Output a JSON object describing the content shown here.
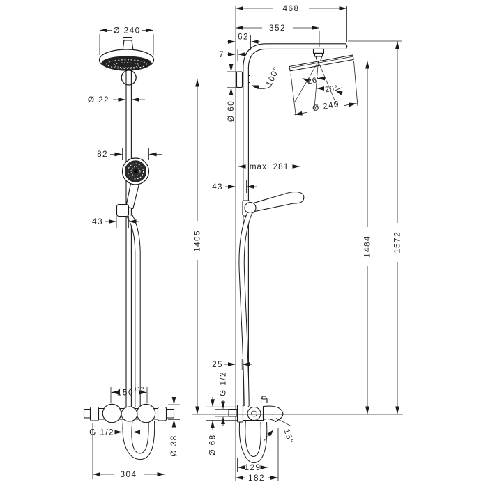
{
  "front_view": {
    "head_diameter": "Ø 240",
    "pipe_diameter": "Ø 22",
    "hand_shower_diameter": "82",
    "holder_width": "43",
    "hot_cold_distance": "150",
    "hot_cold_tolerance": "±12",
    "hose_thread": "G 1/2",
    "valve_body_diameter": "Ø 38",
    "valve_width": "304"
  },
  "side_view": {
    "total_depth": "468",
    "head_projection": "352",
    "wall_to_pipe": "62",
    "wall_gap": "7",
    "head_angle": "100°",
    "spray_angle_left": "26°",
    "spray_angle_right": "26°",
    "head_diameter": "Ø 240",
    "bracket_diameter": "Ø 60",
    "hand_shower_reach": "max. 281",
    "wall_to_slider": "43",
    "bracket_height": "1405",
    "head_height": "1484",
    "total_height": "1572",
    "wall_to_supply": "25",
    "inlet_thread": "G 1/2",
    "valve_diameter": "Ø 68",
    "spout_angle": "15°",
    "hose_loop_width": "129",
    "spout_reach": "182"
  },
  "colors": {
    "line": "#1a1a1a",
    "dark_fill": "#262626",
    "background": "#ffffff"
  }
}
